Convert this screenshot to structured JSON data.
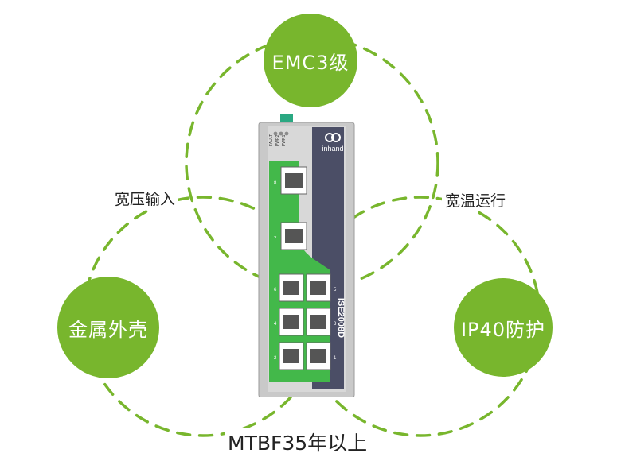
{
  "colors": {
    "accent_green": "#78b62d",
    "dash_green": "#78b62d",
    "device_body": "#c9c9c9",
    "device_panel_dark": "#4b4e66",
    "device_panel_green": "#43b84a"
  },
  "features": {
    "top": "EMC3级",
    "left": "金属外壳",
    "right": "IP40防护"
  },
  "labels": {
    "wide_input": "宽压输入",
    "wide_temp": "宽温运行",
    "mtbf": "MTBF35年以上"
  },
  "device": {
    "brand": "inhand",
    "model": "ISE2008D",
    "leds": [
      "FAULT",
      "PWR2",
      "PWR1"
    ],
    "port_numbers": [
      "8",
      "7",
      "6",
      "5",
      "4",
      "3",
      "2",
      "1"
    ]
  }
}
